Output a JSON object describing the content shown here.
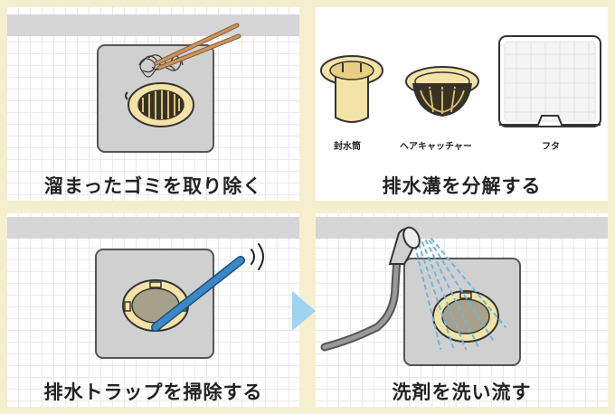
{
  "steps": [
    {
      "caption": "溜まったゴミを取り除く"
    },
    {
      "caption": "排水溝を分解する",
      "parts": [
        "封水筒",
        "ヘアキャッチャー",
        "フタ"
      ]
    },
    {
      "caption": "排水トラップを掃除する"
    },
    {
      "caption": "洗剤を洗い流す"
    }
  ],
  "colors": {
    "background": "#f4f0cf",
    "panel": "#ffffff",
    "floor_gray": "#d6d6d6",
    "drain_cream": "#f3e3a6",
    "brush_blue": "#3a88c8",
    "water_blue": "#8ecae6",
    "arrow_blue": "#9fd3ee"
  },
  "icons": [
    "chopsticks-icon",
    "hair-clump-icon",
    "drain-cylinder-icon",
    "hair-catcher-icon",
    "drain-cover-icon",
    "brush-icon",
    "shower-head-icon",
    "water-spray-icon",
    "next-arrow-icon"
  ]
}
